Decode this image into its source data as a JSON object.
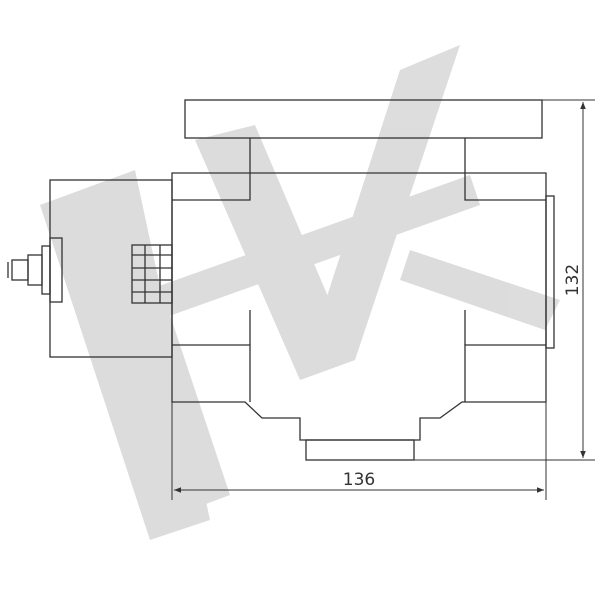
{
  "drawing": {
    "line_color": "#333333",
    "watermark_color": "#d9d9d9",
    "watermark_logo": "HV",
    "dimensions": {
      "width_label": "136",
      "height_label": "132"
    }
  }
}
